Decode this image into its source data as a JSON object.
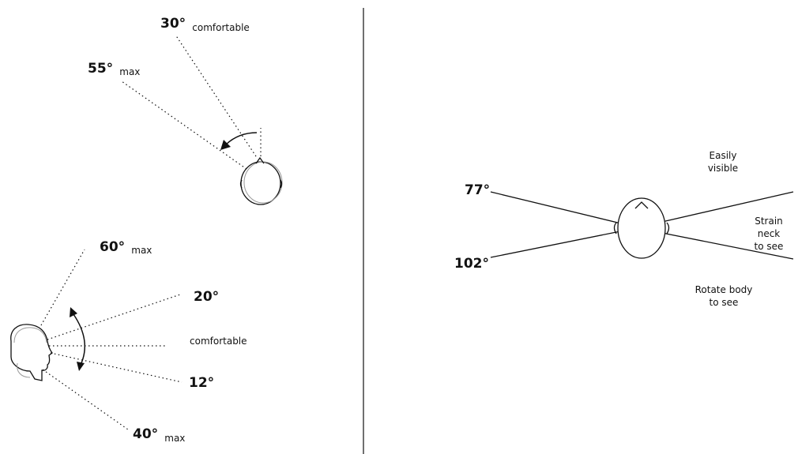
{
  "top_view": {
    "comfortable_angle": "30°",
    "comfortable_label": "comfortable",
    "max_angle": "55°",
    "max_label": "max"
  },
  "side_view": {
    "up_max_angle": "60°",
    "up_max_label": "max",
    "up_comfortable_angle": "20°",
    "comfortable_label": "comfortable",
    "down_comfortable_angle": "12°",
    "down_max_angle": "40°",
    "down_max_label": "max"
  },
  "field_of_view": {
    "angle_upper": "77°",
    "angle_lower": "102°",
    "zone_front": "Easily\nvisible",
    "zone_side": "Strain neck\nto see",
    "zone_back": "Rotate body\nto see"
  }
}
